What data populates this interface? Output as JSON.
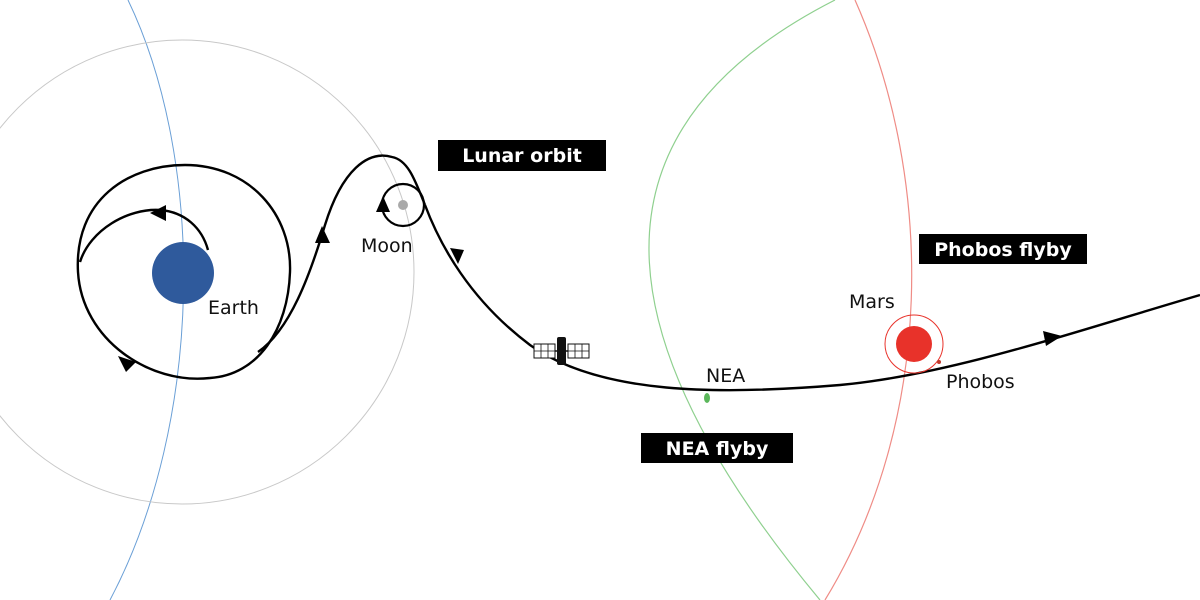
{
  "labels": {
    "earth": "Earth",
    "moon": "Moon",
    "mars": "Mars",
    "phobos": "Phobos",
    "nea": "NEA"
  },
  "tags": {
    "lunar_orbit": "Lunar orbit",
    "phobos_flyby": "Phobos flyby",
    "nea_flyby": "NEA flyby"
  },
  "colors": {
    "earth": "#2f5a9c",
    "moon": "#a9a9a9",
    "mars": "#e8322a",
    "earth_orbit": "#6a9fd6",
    "nea_orbit": "#8fd08f",
    "mars_orbit": "#ef8c86",
    "trajectory": "#000000",
    "lunar_orbit_ring": "#c8c8c8"
  },
  "icons": {
    "spacecraft": "satellite-icon"
  }
}
